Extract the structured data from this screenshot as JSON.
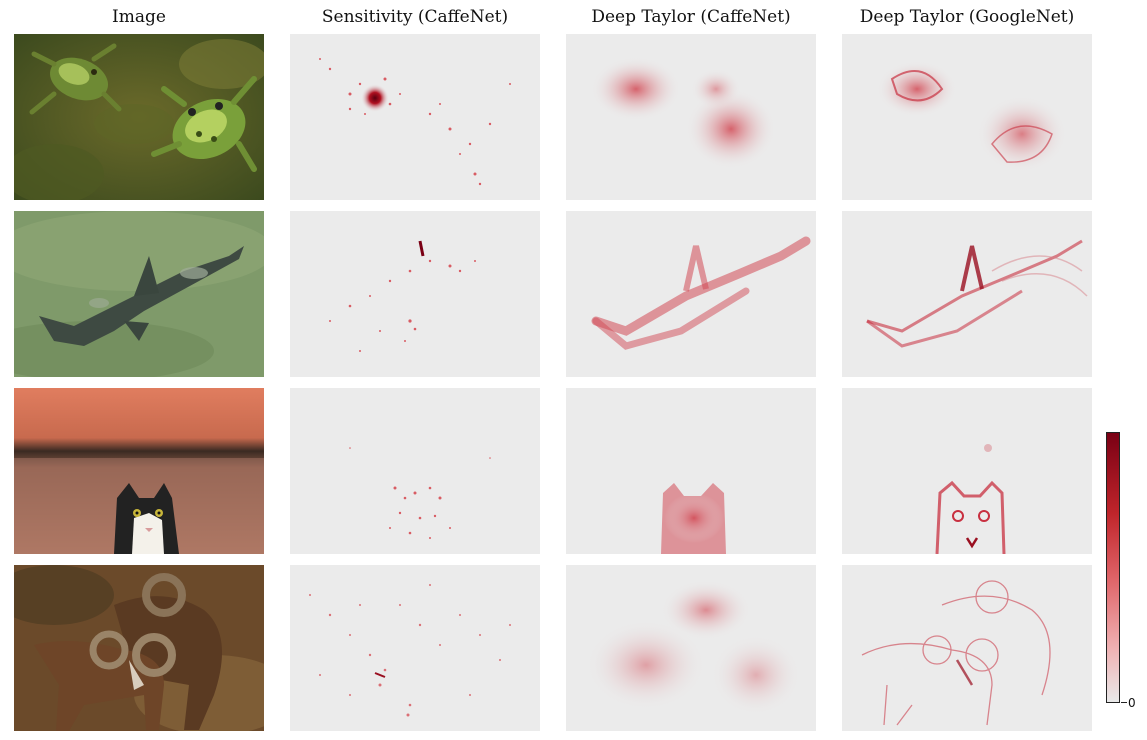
{
  "headers": [
    "Image",
    "Sensitivity (CaffeNet)",
    "Deep Taylor (CaffeNet)",
    "Deep Taylor (GoogleNet)"
  ],
  "rows": [
    "frogs",
    "shark",
    "kitten",
    "rams"
  ],
  "colorbar": {
    "min_label": "0",
    "high_color": "#7a0014",
    "low_color": "#e9e9e9"
  }
}
